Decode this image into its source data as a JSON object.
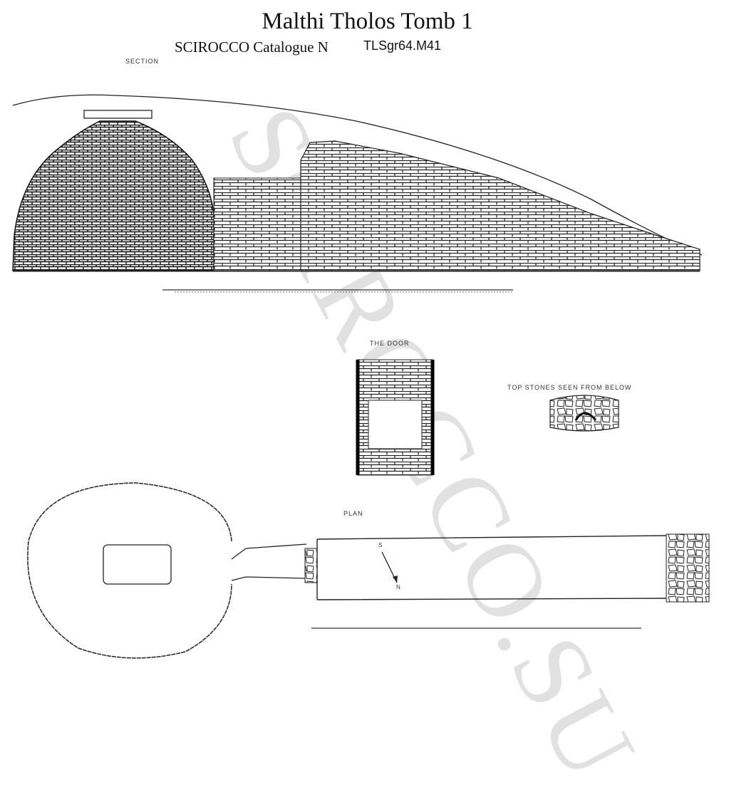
{
  "header": {
    "title": "Malthi Tholos Tomb 1",
    "subtitle": "SCIROCCO Catalogue N",
    "catalogue_number": "TLSgr64.M41"
  },
  "labels": {
    "section": "SECTION",
    "door": "THE DOOR",
    "top_stones": "TOP STONES SEEN FROM BELOW",
    "plan": "PLAN",
    "north_arrow_start": "S",
    "north_arrow_end": "N"
  },
  "watermark": "SCIROCCO.SU"
}
